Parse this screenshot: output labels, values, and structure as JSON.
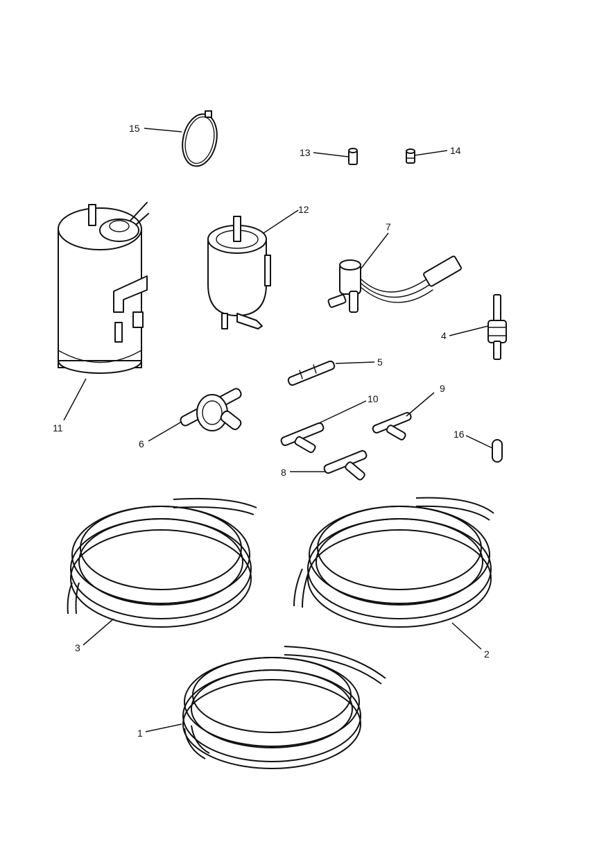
{
  "diagram": {
    "callouts": [
      {
        "id": "1",
        "label": "1"
      },
      {
        "id": "2",
        "label": "2"
      },
      {
        "id": "3",
        "label": "3"
      },
      {
        "id": "4",
        "label": "4"
      },
      {
        "id": "5",
        "label": "5"
      },
      {
        "id": "6",
        "label": "6"
      },
      {
        "id": "7",
        "label": "7"
      },
      {
        "id": "8",
        "label": "8"
      },
      {
        "id": "9",
        "label": "9"
      },
      {
        "id": "10",
        "label": "10"
      },
      {
        "id": "11",
        "label": "11"
      },
      {
        "id": "12",
        "label": "12"
      },
      {
        "id": "13",
        "label": "13"
      },
      {
        "id": "14",
        "label": "14"
      },
      {
        "id": "15",
        "label": "15"
      },
      {
        "id": "16",
        "label": "16"
      }
    ],
    "line_color": "#111111",
    "background": "#ffffff"
  }
}
